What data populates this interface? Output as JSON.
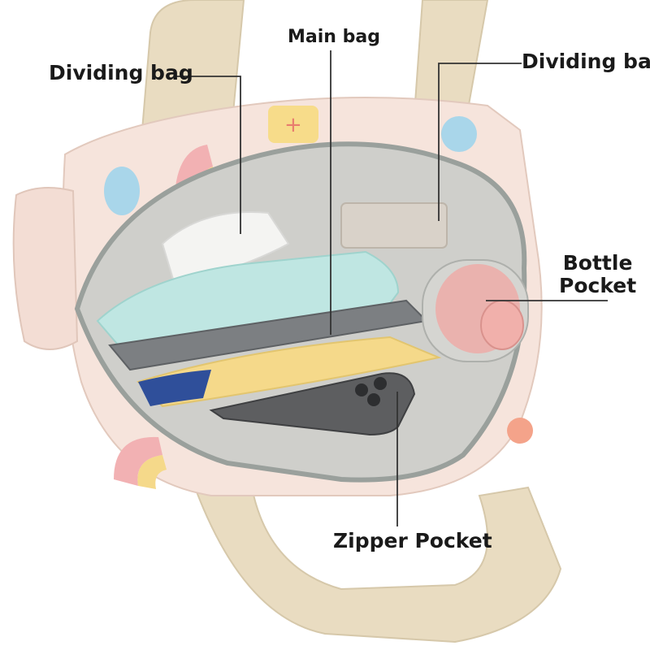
{
  "colors": {
    "bag_pink": "#f6e4dc",
    "strap_beige": "#e9dcc1",
    "lining_grey": "#c9c9c6",
    "zipper_grey": "#9aa09c",
    "leader_line": "#333333",
    "label_text": "#1a1a1a"
  },
  "callouts": {
    "dividing_bag_left": "Dividing bag",
    "main_bag": "Main bag",
    "dividing_bag_right": "Dividing bag",
    "bottle_pocket_line1": "Bottle",
    "bottle_pocket_line2": "Pocket",
    "zipper_pocket": "Zipper Pocket"
  }
}
